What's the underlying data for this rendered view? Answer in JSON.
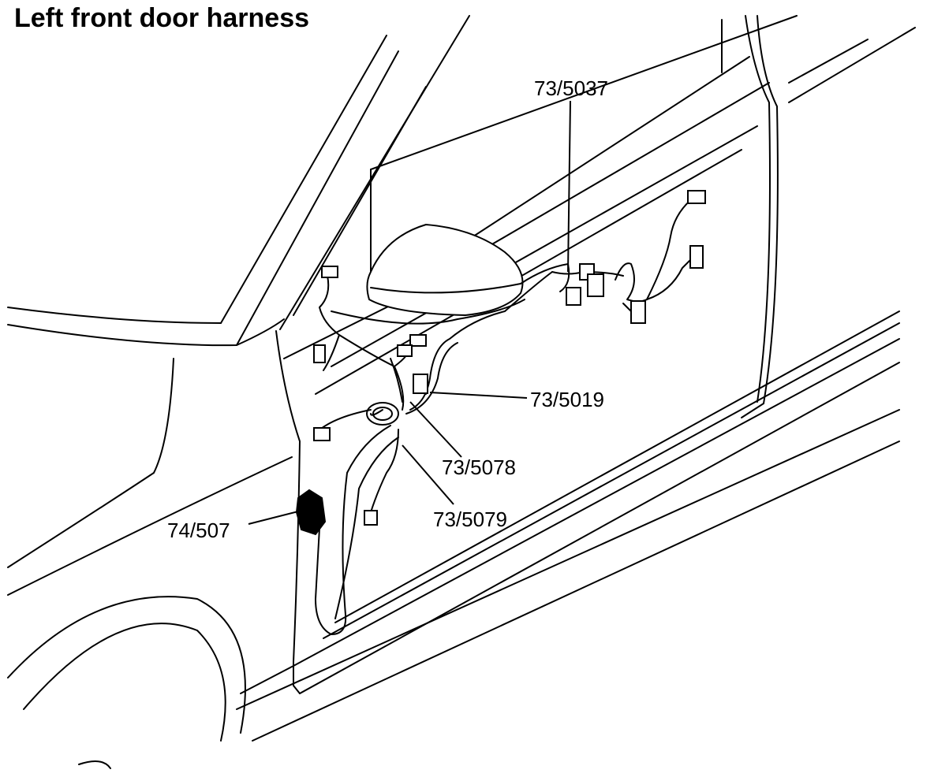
{
  "title": "Left front door harness",
  "labels": {
    "connector_top": "73/5037",
    "connector_mid": "73/5019",
    "connector_lower": "73/5078",
    "connector_bottom": "73/5079",
    "control_module": "74/507"
  }
}
